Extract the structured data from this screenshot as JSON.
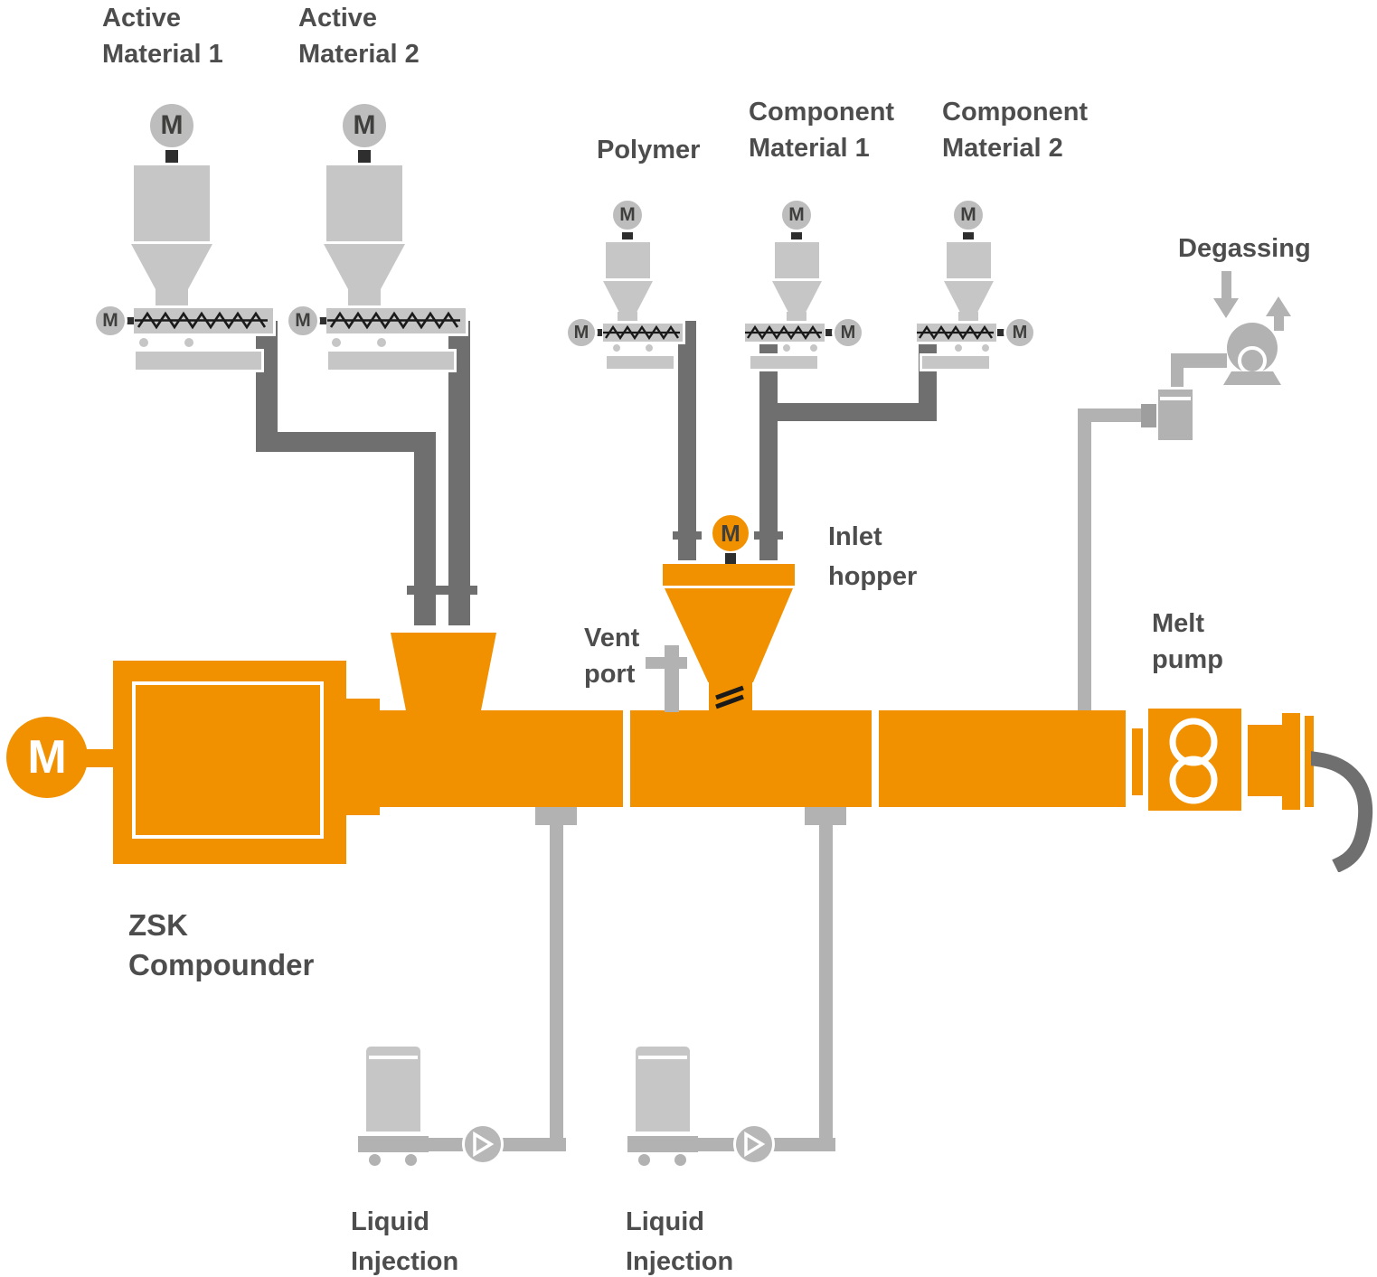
{
  "diagram_labels": {
    "active_material_1": {
      "line1": "Active",
      "line2": "Material 1"
    },
    "active_material_2": {
      "line1": "Active",
      "line2": "Material 2"
    },
    "polymer": {
      "line1": "Polymer"
    },
    "component_material_1": {
      "line1": "Component",
      "line2": "Material 1"
    },
    "component_material_2": {
      "line1": "Component",
      "line2": "Material 2"
    },
    "degassing": {
      "line1": "Degassing"
    },
    "inlet_hopper": {
      "line1": "Inlet",
      "line2": "hopper"
    },
    "vent_port": {
      "line1": "Vent",
      "line2": "port"
    },
    "melt_pump": {
      "line1": "Melt",
      "line2": "pump"
    },
    "compounder": {
      "line1": "ZSK",
      "line2": "Compounder"
    },
    "liquid_injection_1": {
      "line1": "Liquid",
      "line2": "Injection"
    },
    "liquid_injection_2": {
      "line1": "Liquid",
      "line2": "Injection"
    }
  },
  "motor_letter": "M",
  "colors": {
    "machine_orange": "#F29100",
    "equipment_gray": "#C6C6C6",
    "pipe_dark_gray": "#706F6F",
    "pipe_light_gray": "#B2B2B2",
    "label_gray": "#4D4D4D"
  }
}
